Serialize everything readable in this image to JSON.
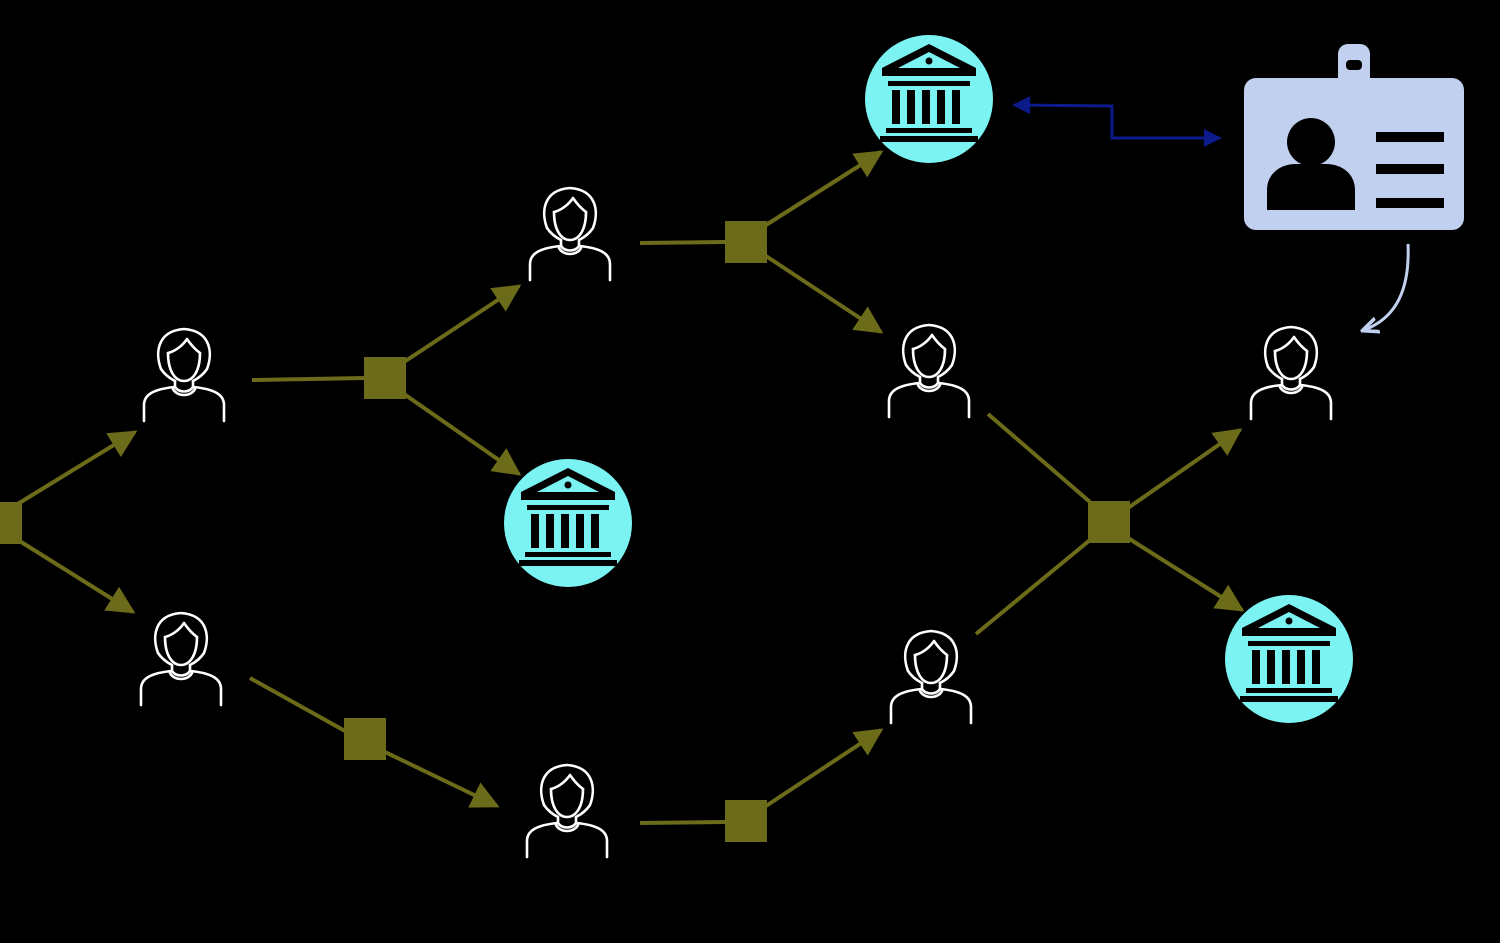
{
  "diagram": {
    "kind": "transaction-graph",
    "colors": {
      "background": "#000000",
      "edge": "#6b6b1a",
      "hub": "#6b6b1a",
      "person_stroke": "#ffffff",
      "bank_circle": "#7cf3f3",
      "bank_glyph": "#000000",
      "id_card": "#c2d0f0",
      "id_card_link": "#0d1a8c",
      "id_card_pointer": "#c2d0f0"
    },
    "nodes": [
      {
        "id": "hub-origin",
        "type": "hub",
        "icon": "square"
      },
      {
        "id": "person-1",
        "type": "person",
        "icon": "person-outline-icon"
      },
      {
        "id": "person-2",
        "type": "person",
        "icon": "person-outline-icon"
      },
      {
        "id": "hub-a",
        "type": "hub",
        "icon": "square"
      },
      {
        "id": "hub-b",
        "type": "hub",
        "icon": "square"
      },
      {
        "id": "person-3",
        "type": "person",
        "icon": "person-outline-icon"
      },
      {
        "id": "bank-1",
        "type": "bank",
        "icon": "bank-icon"
      },
      {
        "id": "person-4",
        "type": "person",
        "icon": "person-outline-icon"
      },
      {
        "id": "hub-c",
        "type": "hub",
        "icon": "square"
      },
      {
        "id": "hub-d",
        "type": "hub",
        "icon": "square"
      },
      {
        "id": "bank-2",
        "type": "bank",
        "icon": "bank-icon"
      },
      {
        "id": "person-5",
        "type": "person",
        "icon": "person-outline-icon"
      },
      {
        "id": "person-6",
        "type": "person",
        "icon": "person-outline-icon"
      },
      {
        "id": "hub-e",
        "type": "hub",
        "icon": "square"
      },
      {
        "id": "person-7",
        "type": "person",
        "icon": "person-outline-icon"
      },
      {
        "id": "bank-3",
        "type": "bank",
        "icon": "bank-icon"
      },
      {
        "id": "id-card",
        "type": "id-card",
        "icon": "id-card-icon"
      }
    ],
    "edges": [
      {
        "from": "hub-origin",
        "to": "person-1",
        "arrow": true
      },
      {
        "from": "hub-origin",
        "to": "person-2",
        "arrow": true
      },
      {
        "from": "person-1",
        "to": "hub-a",
        "arrow": false
      },
      {
        "from": "hub-a",
        "to": "person-3",
        "arrow": true
      },
      {
        "from": "hub-a",
        "to": "bank-1",
        "arrow": true
      },
      {
        "from": "person-2",
        "to": "hub-b",
        "arrow": false
      },
      {
        "from": "hub-b",
        "to": "person-4",
        "arrow": true
      },
      {
        "from": "person-3",
        "to": "hub-c",
        "arrow": false
      },
      {
        "from": "hub-c",
        "to": "bank-2",
        "arrow": true
      },
      {
        "from": "hub-c",
        "to": "person-5",
        "arrow": true
      },
      {
        "from": "person-4",
        "to": "hub-d",
        "arrow": false
      },
      {
        "from": "hub-d",
        "to": "person-6",
        "arrow": true
      },
      {
        "from": "person-5",
        "to": "hub-e",
        "arrow": false
      },
      {
        "from": "person-6",
        "to": "hub-e",
        "arrow": false
      },
      {
        "from": "hub-e",
        "to": "person-7",
        "arrow": true
      },
      {
        "from": "hub-e",
        "to": "bank-3",
        "arrow": true
      }
    ],
    "links": [
      {
        "from": "bank-2",
        "to": "id-card",
        "style": "double-arrow-stepped"
      },
      {
        "from": "id-card",
        "to": "person-7",
        "style": "curved-arrow"
      }
    ]
  }
}
